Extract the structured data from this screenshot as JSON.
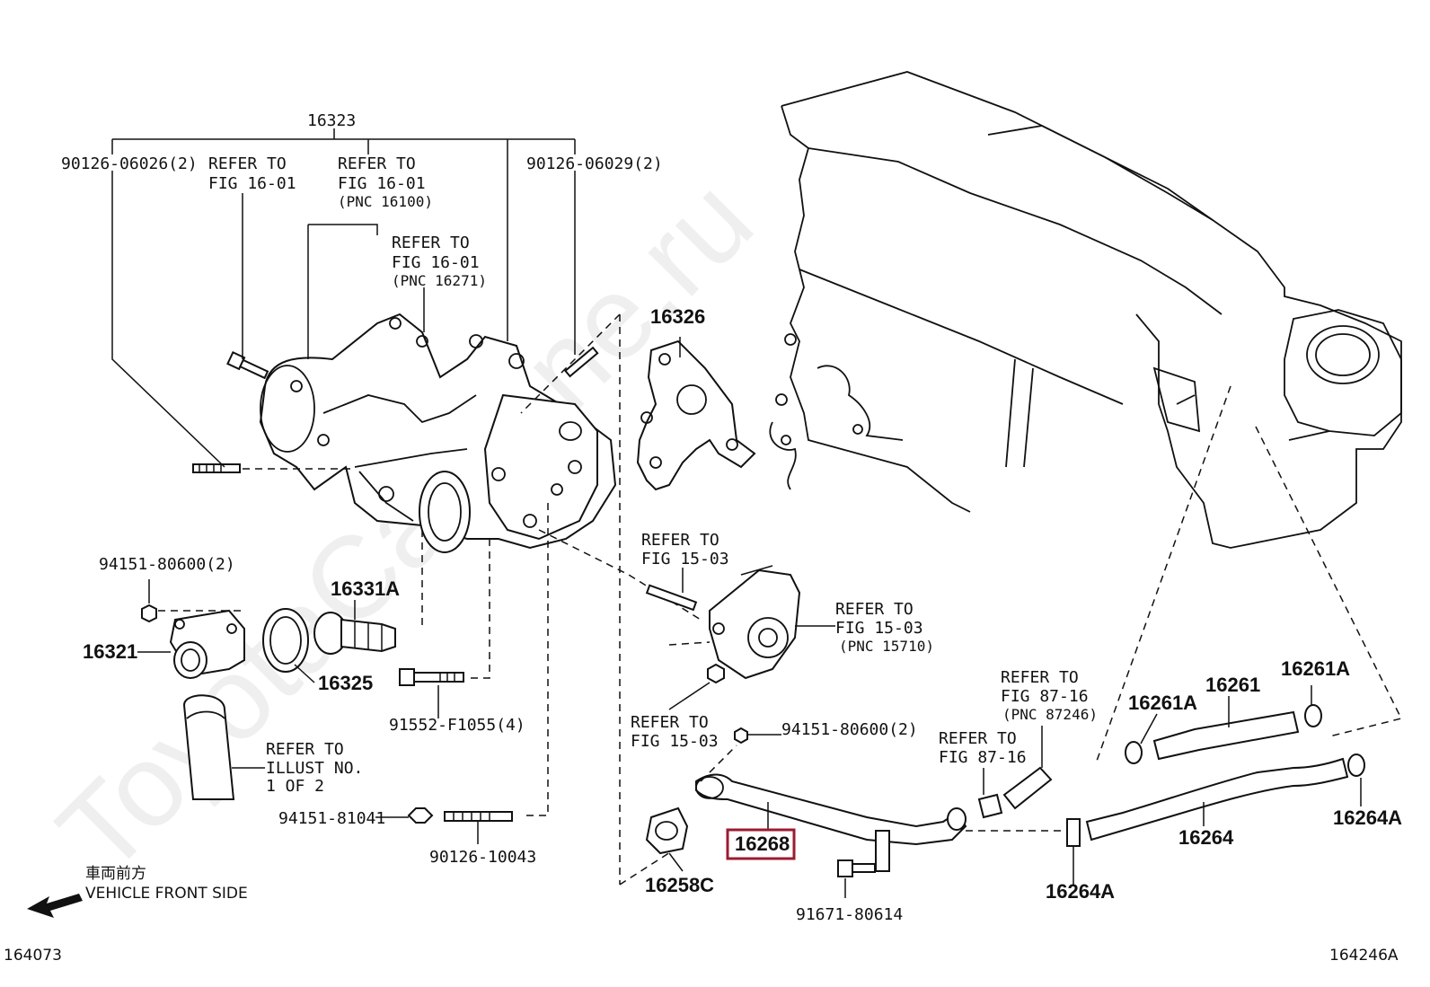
{
  "watermark": "ToyotaCarMine.ru",
  "fig_left": "164073",
  "fig_right": "164246A",
  "direction": {
    "jp": "車両前方",
    "en": "VEHICLE FRONT SIDE"
  },
  "labels": {
    "p16323": "16323",
    "p90126_06026": "90126-06026(2)",
    "ref1_a": "REFER TO",
    "ref1_b": "FIG 16-01",
    "ref2_a": "REFER TO",
    "ref2_b": "FIG 16-01",
    "ref2_c": "(PNC 16100)",
    "ref3_a": "REFER TO",
    "ref3_b": "FIG 16-01",
    "ref3_c": "(PNC 16271)",
    "p90126_06029": "90126-06029(2)",
    "p16326": "16326",
    "p94151_80600a": "94151-80600(2)",
    "p16331A": "16331A",
    "p16321": "16321",
    "p16325": "16325",
    "p91552": "91552-F1055(4)",
    "ref4_a": "REFER TO",
    "ref4_b": "ILLUST NO.",
    "ref4_c": "1 OF 2",
    "p94151_81041": "94151-81041",
    "p90126_10043": "90126-10043",
    "ref5_a": "REFER TO",
    "ref5_b": "FIG 15-03",
    "ref6_a": "REFER TO",
    "ref6_b": "FIG 15-03",
    "ref6_c": "(PNC 15710)",
    "ref7_a": "REFER TO",
    "ref7_b": "FIG 15-03",
    "p94151_80600b": "94151-80600(2)",
    "p16268": "16268",
    "p16258C": "16258C",
    "p91671": "91671-80614",
    "ref8_a": "REFER TO",
    "ref8_b": "FIG 87-16",
    "ref8_c": "(PNC 87246)",
    "ref9_a": "REFER TO",
    "ref9_b": "FIG 87-16",
    "p16261A_a": "16261A",
    "p16261": "16261",
    "p16261A_b": "16261A",
    "p16264A_a": "16264A",
    "p16264": "16264",
    "p16264A_b": "16264A"
  },
  "highlight_color": "#9b1b30"
}
